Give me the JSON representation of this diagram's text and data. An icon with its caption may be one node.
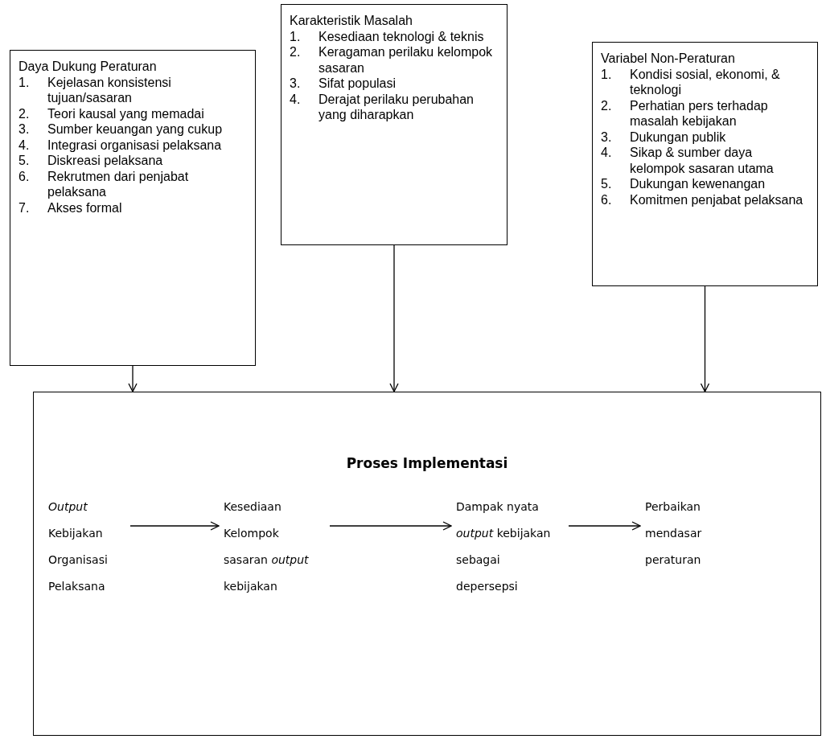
{
  "diagram": {
    "nodes": [
      {
        "text": [
          "Daya Dukung Peraturan",
          "1. Kejelasan konsistensi tujuan/sasaran",
          "2. Teori kausal yang memadai",
          "3. Sumber keuangan yang cukup",
          "4. Integrasi organisasi pelaksana",
          "5. Diskreasi pelaksana",
          "6. Rekrutmen dari penjabat pelaksana",
          "7. Akses formal"
        ]
      },
      {
        "text": [
          "Karakteristik Masalah",
          "1. Kesediaan teknologi & teknis",
          "2. Keragaman perilaku kelompok sasaran",
          "3. Sifat populasi",
          "4. Derajat perilaku perubahan yang diharapkan"
        ]
      },
      {
        "text": [
          "Variabel Non-Peraturan",
          "1. Kondisi sosial, ekonomi, & teknologi",
          "2. Perhatian pers terhadap masalah kebijakan",
          "3. Dukungan publik",
          "4. Sikap & sumber daya kelompok sasaran utama",
          "5. Dukungan kewenangan",
          "6. Komitmen penjabat pelaksana"
        ]
      },
      {
        "text": [
          "Proses Implementasi"
        ]
      },
      {
        "text": [
          "*Output* Kebijakan Organisasi Pelaksana"
        ],
        "in": 3
      },
      {
        "text": [
          "Kesediaan Kelompok sasaran *output* kebijakan"
        ],
        "in": 3
      },
      {
        "text": [
          "Dampak nyata *output* kebijakan sebagai depersepsi"
        ],
        "in": 3
      },
      {
        "text": [
          "Perbaikan mendasar peraturan"
        ],
        "in": 3
      }
    ],
    "edges": [
      {
        "from": 0,
        "to": 3,
        "arrow": "to"
      },
      {
        "from": 1,
        "to": 3,
        "arrow": "to"
      },
      {
        "from": 2,
        "to": 3,
        "arrow": "to"
      },
      {
        "from": 4,
        "to": 5,
        "arrow": "to"
      },
      {
        "from": 5,
        "to": 6,
        "arrow": "to"
      },
      {
        "from": 6,
        "to": 7,
        "arrow": "to"
      }
    ]
  }
}
